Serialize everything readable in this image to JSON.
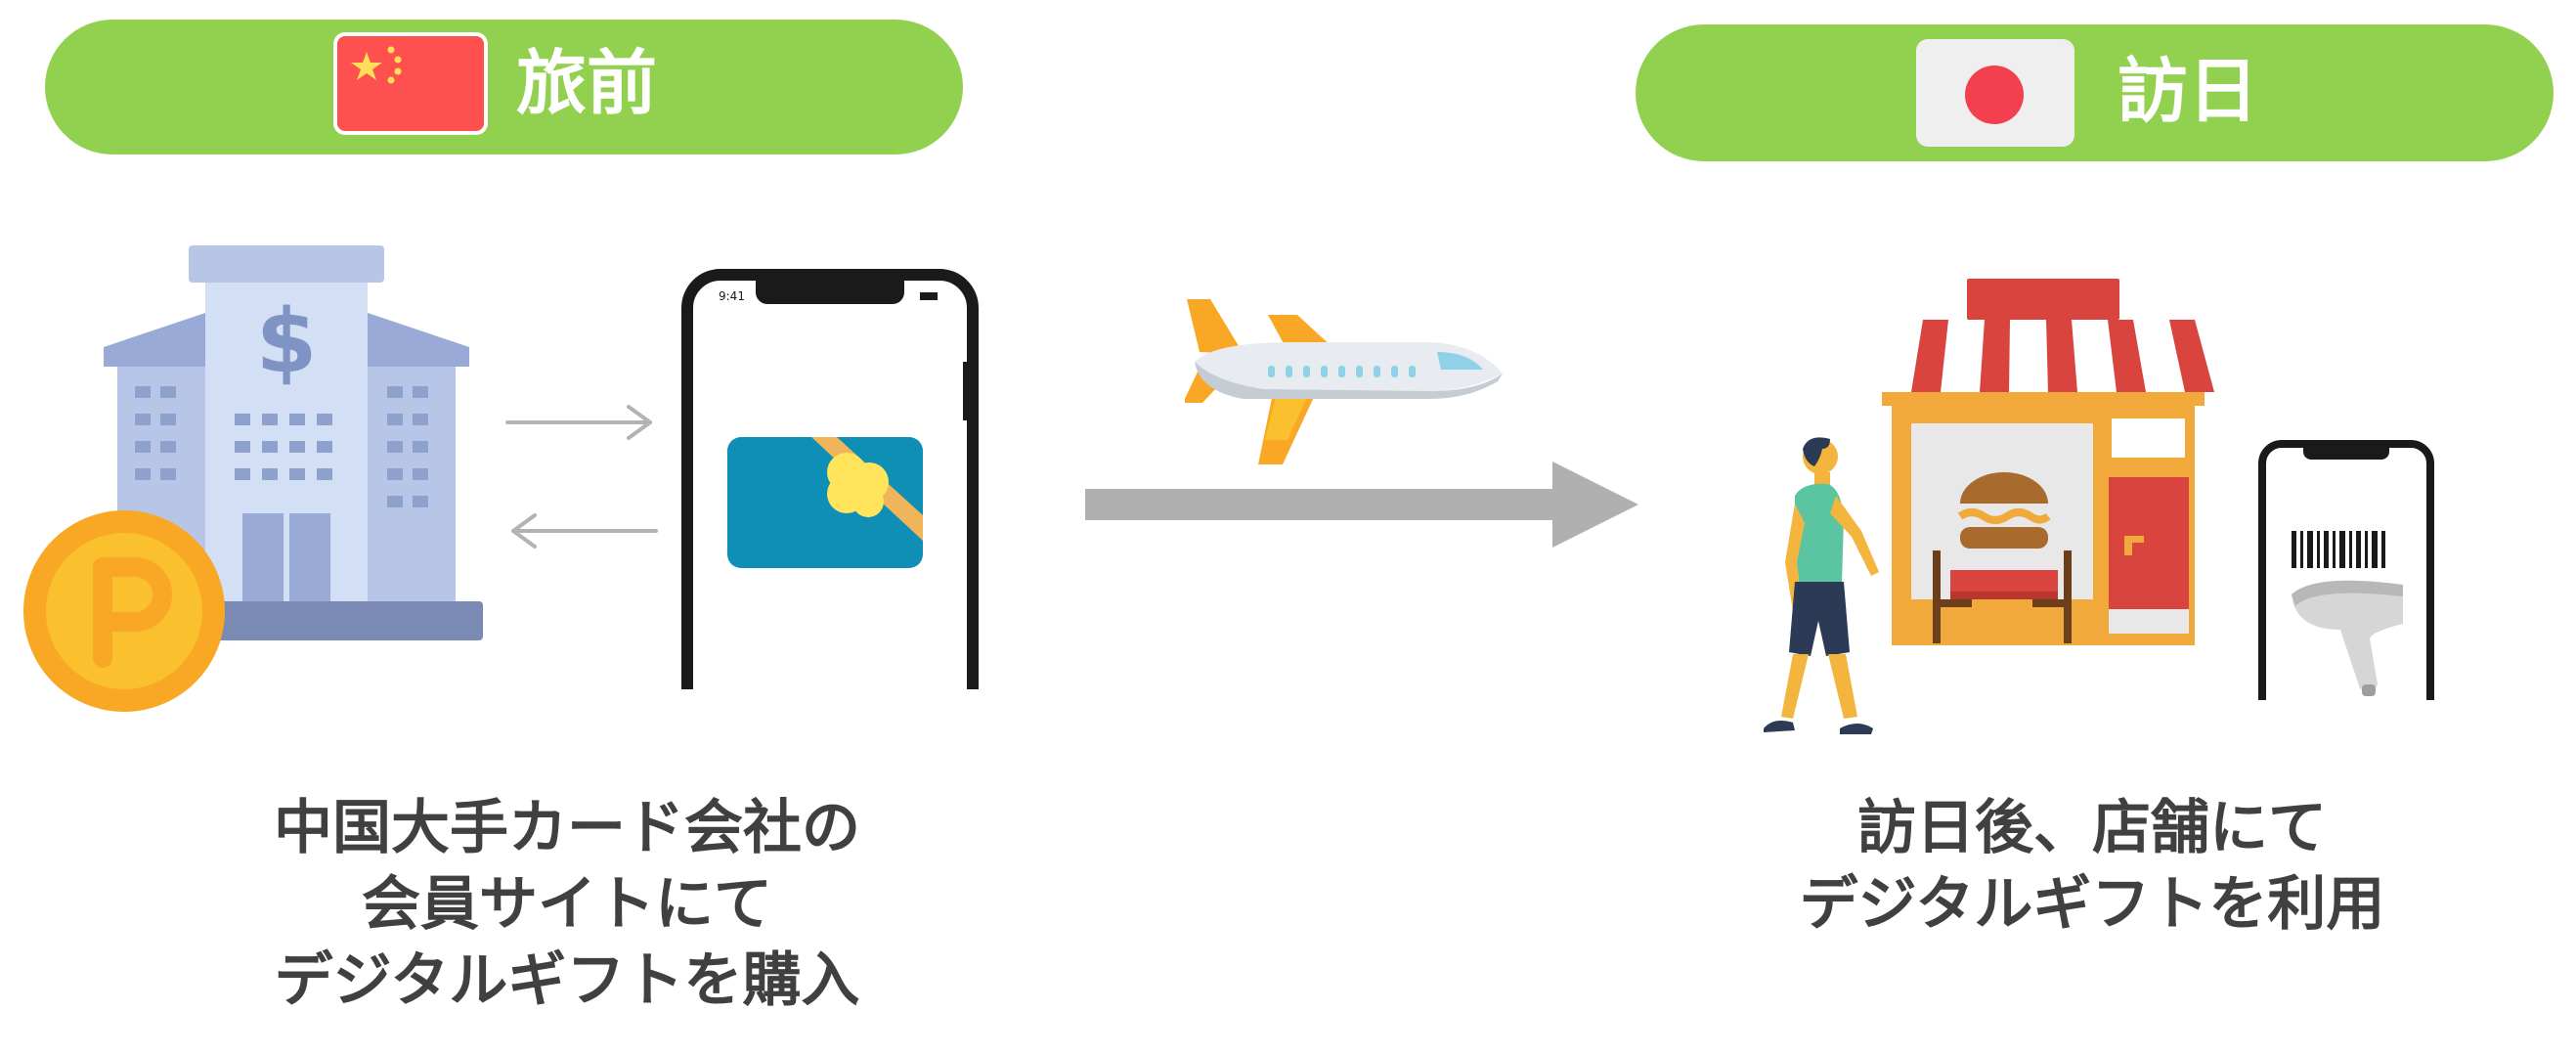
{
  "before_trip": {
    "title": "旅前",
    "flag_icon": "china-flag-icon",
    "caption_lines": [
      "中国大手カード会社の",
      "会員サイトにて",
      "デジタルギフトを購入"
    ]
  },
  "visit_japan": {
    "title": "訪日",
    "flag_icon": "japan-flag-icon",
    "caption_lines": [
      "訪日後、店舗にて",
      "デジタルギフトを利用"
    ]
  },
  "phone": {
    "status_time": "9:41"
  },
  "icons": [
    "bank-building-icon",
    "point-coin-icon",
    "exchange-arrows-icon",
    "smartphone-icon",
    "gift-card-icon",
    "airplane-icon",
    "travel-arrow-icon",
    "shop-icon",
    "walking-person-icon",
    "barcode-scanner-icon"
  ],
  "colors": {
    "pill": "#92d050",
    "caption_text": "#404040",
    "china_red": "#ff5050",
    "japan_red": "#f2404f",
    "coin": "#f9a825",
    "gift_card": "#0f8fb6",
    "awning": "#d9443e",
    "arrow_grey": "#b0b0b0"
  }
}
